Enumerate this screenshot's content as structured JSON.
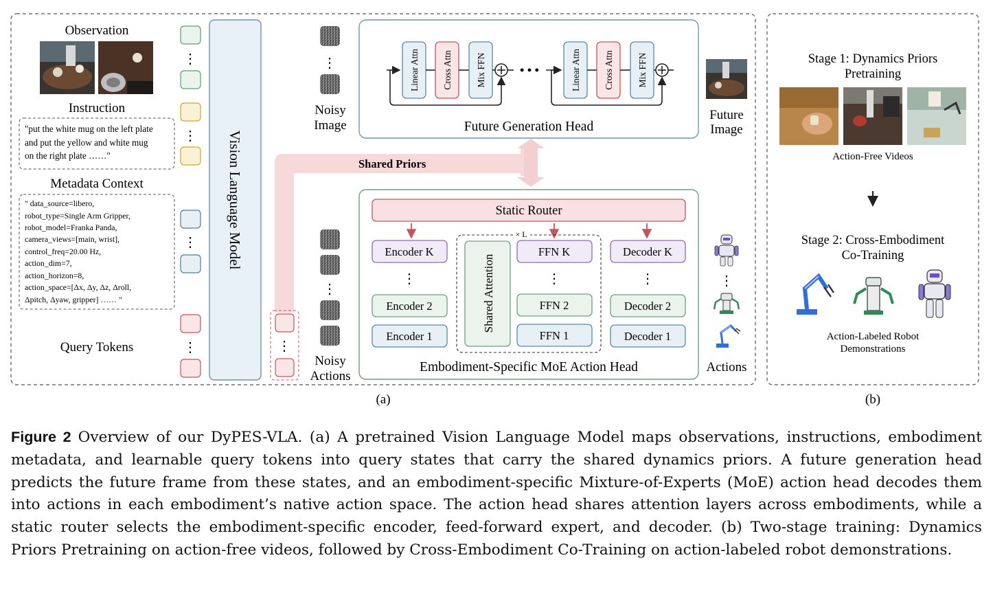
{
  "panel_a": {
    "observation_label": "Observation",
    "instruction_label": "Instruction",
    "instruction_text": [
      "\"put the white mug on the left plate",
      "and put the yellow and white mug",
      "on the right plate ……\""
    ],
    "metadata_label": "Metadata Context",
    "metadata_text": [
      "\" data_source=libero,",
      "robot_type=Single Arm Gripper,",
      "robot_model=Franka Panda,",
      "camera_views=[main, wrist],",
      "control_freq=20.00 Hz,",
      "action_dim=7,",
      "action_horizon=8,",
      "action_space=[Δx, Δy, Δz, Δroll,",
      "Δpitch, Δyaw, gripper] …… \""
    ],
    "query_tokens_label": "Query Tokens",
    "vlm_label": "Vision Language Model",
    "noisy_image_label": [
      "Noisy",
      "Image"
    ],
    "noisy_actions_label": [
      "Noisy",
      "Actions"
    ],
    "shared_priors_label": "Shared Priors",
    "future_head": {
      "title": "Future Generation Head",
      "blocks": [
        "Linear Attn",
        "Cross Attn",
        "Mix FFN"
      ],
      "dots": "• • •"
    },
    "future_image_label": [
      "Future",
      "Image"
    ],
    "moe_head": {
      "title": "Embodiment-Specific MoE Action Head",
      "router": "Static Router",
      "encoders": [
        "Encoder K",
        "Encoder 2",
        "Encoder 1"
      ],
      "ffns": [
        "FFN K",
        "FFN 2",
        "FFN 1"
      ],
      "decoders": [
        "Decoder K",
        "Decoder 2",
        "Decoder 1"
      ],
      "shared_attention": "Shared Attention",
      "repeat": "× L"
    },
    "actions_label": "Actions",
    "sublabel": "(a)"
  },
  "panel_b": {
    "stage1": [
      "Stage 1: Dynamics Priors",
      "Pretraining"
    ],
    "videos_label": "Action-Free Videos",
    "stage2": [
      "Stage 2: Cross-Embodiment",
      "Co-Training"
    ],
    "demos_label": [
      "Action-Labeled Robot",
      "Demonstrations"
    ],
    "sublabel": "(b)"
  },
  "caption": {
    "label": "Figure 2",
    "text": "Overview of our DyPES-VLA. (a) A pretrained Vision Language Model maps observations, instructions, embodiment metadata, and learnable query tokens into query states that carry the shared dynamics priors. A future generation head predicts the future frame from these states, and an embodiment-specific Mixture-of-Experts (MoE) action head decodes them into actions in each embodiment’s native action space. The action head shares attention layers across embodiments, while a static router selects the embodiment-specific encoder, feed-forward expert, and decoder. (b) Two-stage training: Dynamics Priors Pretraining on action-free videos, followed by Cross-Embodiment Co-Training on action-labeled robot demonstrations."
  },
  "colors": {
    "green_token": "#5f9e73",
    "yellow_token": "#c9a43c",
    "blue_token": "#4d7f9a",
    "red_token": "#c4555e",
    "vlm_fill": "#e9f1f8",
    "vlm_stroke": "#6f94b4",
    "shared_priors": "#f7d9da",
    "router_fill": "#f9e1e3",
    "router_stroke": "#c3545f",
    "encoder_purple": "#8f6bb0",
    "mid_green": "#6f9f80",
    "low_blue": "#5a88a6"
  }
}
